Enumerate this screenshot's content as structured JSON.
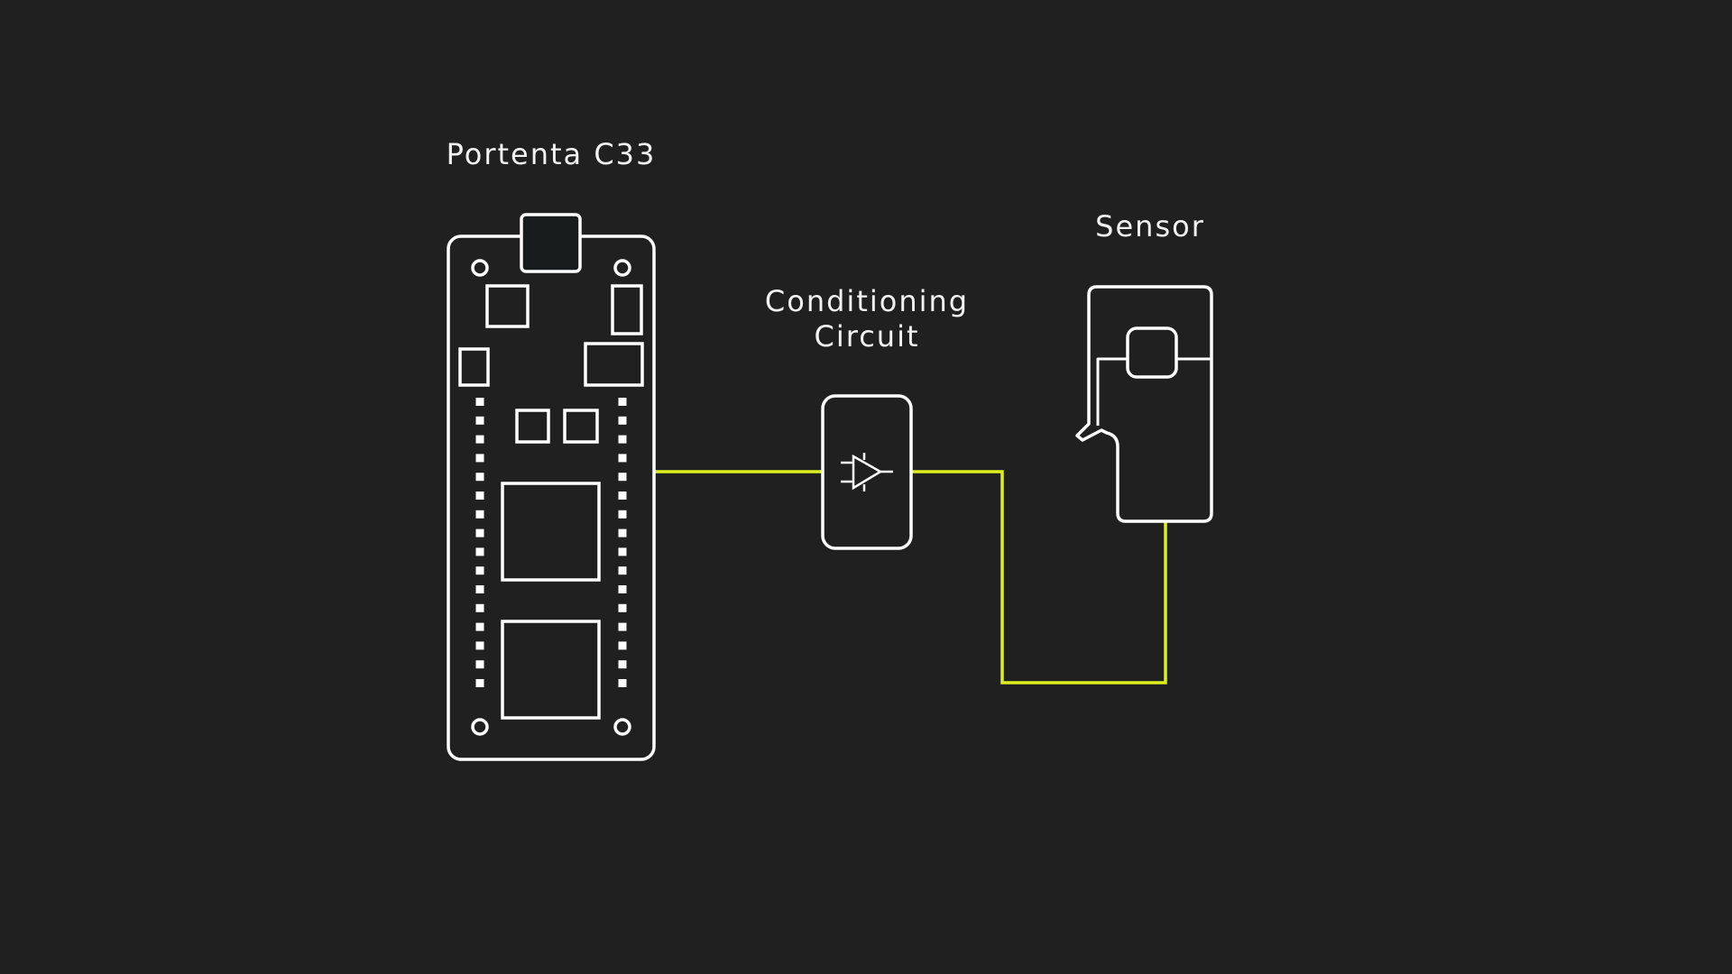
{
  "labels": {
    "board": "Portenta C33",
    "conditioning_line1": "Conditioning",
    "conditioning_line2": "Circuit",
    "sensor": "Sensor"
  },
  "colors": {
    "background": "#202020",
    "outline": "#ffffff",
    "wire": "#dcf01e",
    "connector_fill": "#181c1c",
    "text": "#f2f2f2"
  },
  "icons": {
    "board": "microcontroller-board-icon",
    "conditioning": "amplifier-icon",
    "sensor": "current-clamp-sensor-icon"
  }
}
